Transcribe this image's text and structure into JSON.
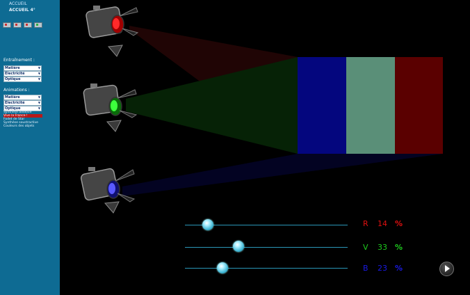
{
  "sidebar": {
    "home": "ACCUEIL",
    "home4": "ACCUEIL 4°",
    "tools": [
      {
        "icon": "tool-icon-1"
      },
      {
        "icon": "tool-icon-2"
      },
      {
        "icon": "tool-icon-3"
      },
      {
        "icon": "tool-icon-4"
      }
    ],
    "training_title": "Entraînement :",
    "training_dropdowns": [
      "Matière",
      "Electricité",
      "Optique"
    ],
    "animations_title": "Animations :",
    "animation_dropdowns": [
      "Matière",
      "Electricité",
      "Optique"
    ],
    "animation_items": [
      "Synthèse additive",
      "Vive la France !",
      "Fodet de Star",
      "Synthèse soustractive",
      "Couleurs des objets"
    ],
    "active_item_index": 1
  },
  "stage": {
    "stripe_colors": [
      "#04067e",
      "#5a8f78",
      "#5a0000"
    ],
    "sliders": [
      {
        "channel": "R",
        "value": "14",
        "unit": "%",
        "color": "#e01010",
        "level": 0.14
      },
      {
        "channel": "V",
        "value": "33",
        "unit": "%",
        "color": "#1ecb1e",
        "level": 0.33
      },
      {
        "channel": "B",
        "value": "23",
        "unit": "%",
        "color": "#1a1ae6",
        "level": 0.23
      }
    ]
  },
  "colors": {
    "sidebar_bg": "#0e6b93",
    "active_item": "#b81818",
    "slider_track": "#2a97b8"
  }
}
